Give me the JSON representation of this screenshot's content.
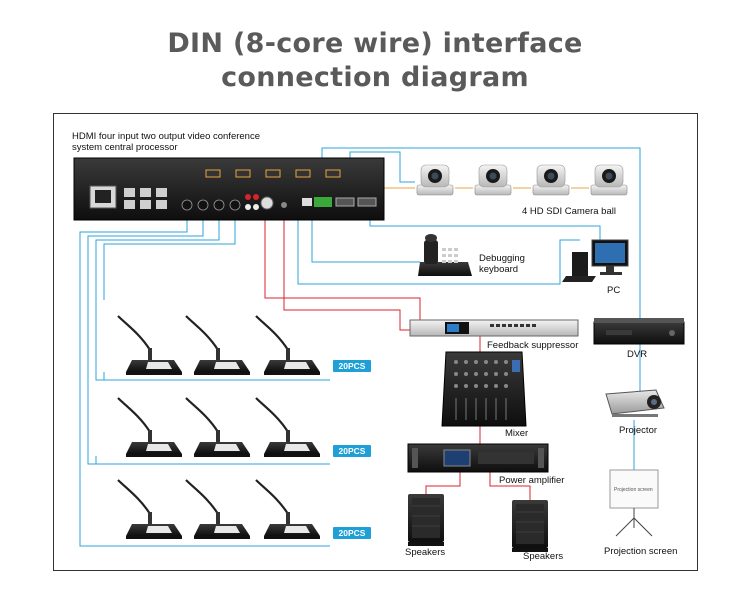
{
  "title": {
    "line1": "DIN (8-core wire) interface",
    "line2": "connection diagram"
  },
  "processor": {
    "label_line1": "HDMI four input two output video conference",
    "label_line2": "system central processor"
  },
  "labels": {
    "camera": "4  HD SDI  Camera  ball",
    "keyboard_line1": "Debugging",
    "keyboard_line2": "keyboard",
    "pc": "PC",
    "dvr": "DVR",
    "feedback": "Feedback suppressor",
    "mixer": "Mixer",
    "projector": "Projector",
    "amplifier": "Power amplifier",
    "speakers_left": "Speakers",
    "speakers_right": "Speakers",
    "projection_screen": "Projection screen",
    "screen_text": "Projection screen"
  },
  "badges": [
    "20PCS",
    "20PCS",
    "20PCS"
  ],
  "colors": {
    "line_blue": "#2ea3dc",
    "line_red": "#d9232b",
    "line_orange": "#e8a33c",
    "badge": "#1e9fd6",
    "title": "#5a5a5a"
  }
}
